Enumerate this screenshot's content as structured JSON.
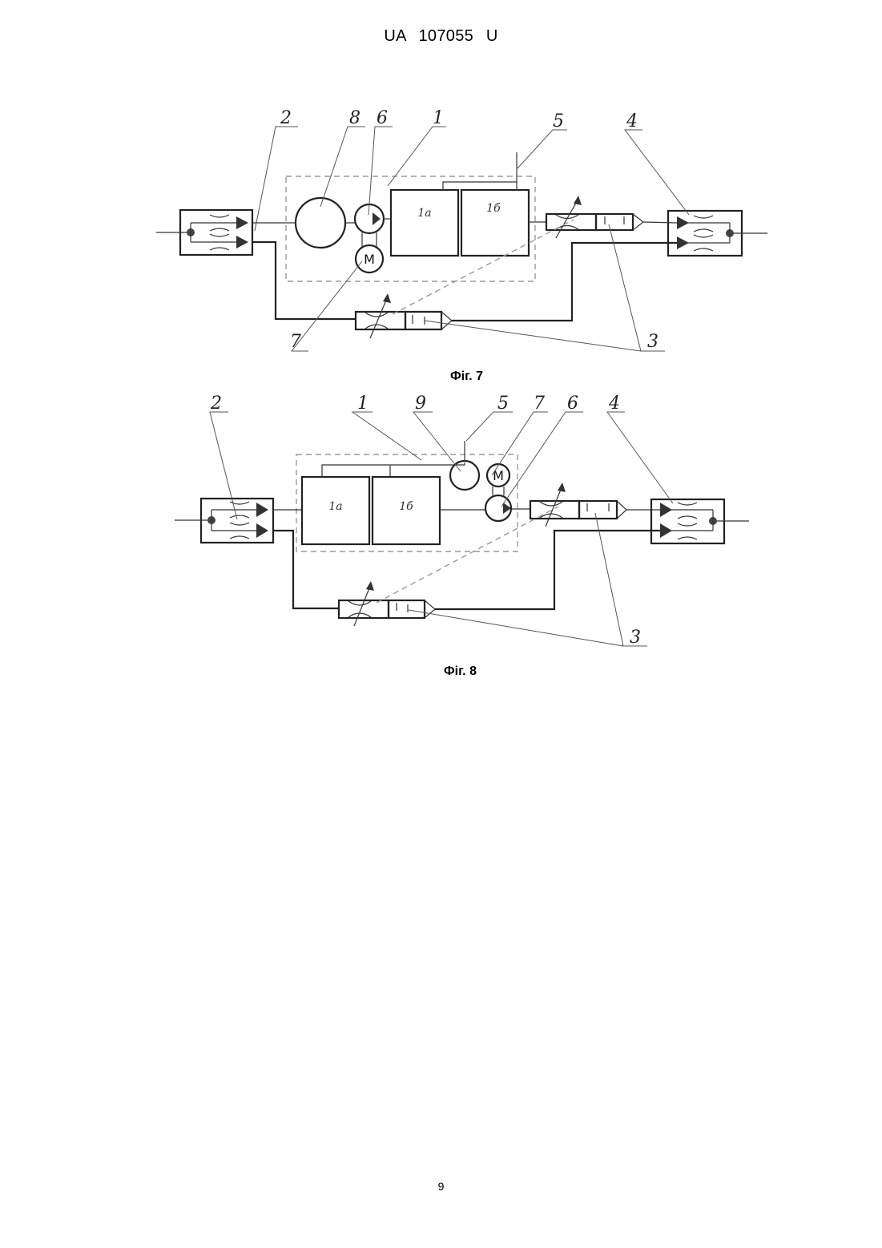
{
  "header": "UA 107055 U",
  "figures": [
    {
      "id": "fig7",
      "caption": "Фіг. 7",
      "labels": {
        "n1": "1",
        "n2": "2",
        "n3": "3",
        "n4": "4",
        "n5": "5",
        "n6": "6",
        "n7": "7",
        "n8": "8"
      },
      "blocks": {
        "a": "1а",
        "b": "1б"
      },
      "motor": "М"
    },
    {
      "id": "fig8",
      "caption": "Фіг. 8",
      "labels": {
        "n1": "1",
        "n2": "2",
        "n3": "3",
        "n4": "4",
        "n5": "5",
        "n6": "6",
        "n7": "7",
        "n9": "9"
      },
      "blocks": {
        "a": "1а",
        "b": "1б"
      },
      "motor": "М"
    }
  ],
  "page_number": "9"
}
